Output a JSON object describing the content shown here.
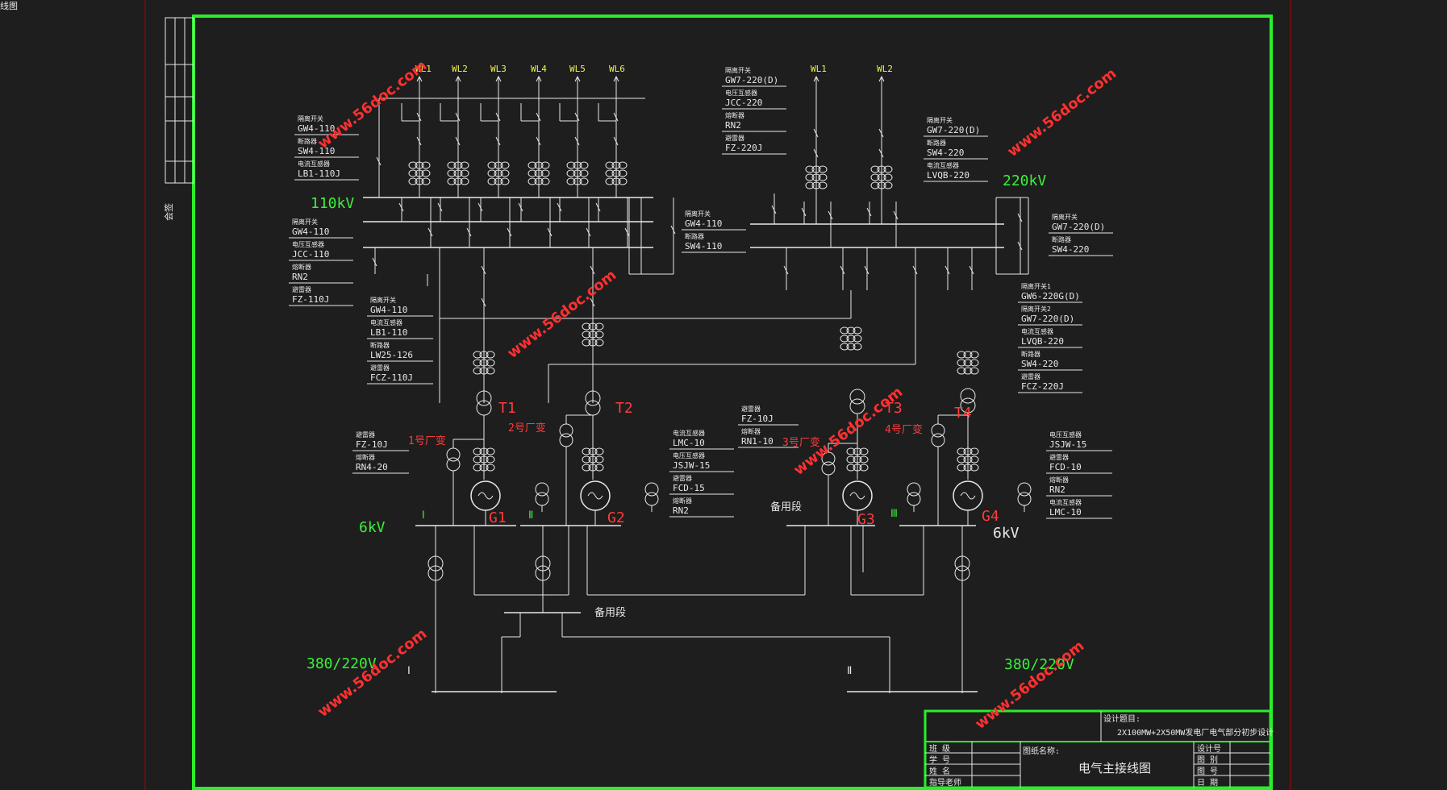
{
  "window_title": "线图",
  "voltages": {
    "kv110": "110kV",
    "kv220": "220kV",
    "kv6_left": "6kV",
    "kv6_right": "6kV",
    "lv_left": "380/220V",
    "lv_right": "380/220V"
  },
  "feeders_left": [
    "WL1",
    "WL2",
    "WL3",
    "WL4",
    "WL5",
    "WL6"
  ],
  "feeders_right": [
    "WL1",
    "WL2"
  ],
  "transformers": [
    "T1",
    "T2",
    "T3",
    "T4"
  ],
  "generators": [
    "G1",
    "G2",
    "G3",
    "G4"
  ],
  "plant_transformers": [
    "1号厂变",
    "2号厂变",
    "3号厂变",
    "4号厂变"
  ],
  "bus_sections": {
    "s1": "Ⅰ",
    "s2": "Ⅱ",
    "s3": "Ⅲ",
    "lv1": "Ⅰ",
    "lv2": "Ⅱ"
  },
  "standby": {
    "hv": "备用段",
    "lv": "备用段"
  },
  "watermark": "www.56doc.com",
  "left_sidebar_text": "会签",
  "tables": {
    "t110_top": [
      [
        "隔离开关",
        "GW4-110"
      ],
      [
        "断路器",
        "SW4-110"
      ],
      [
        "电流互感器",
        "LB1-110J"
      ]
    ],
    "t110_mid": [
      [
        "隔离开关",
        "GW4-110"
      ],
      [
        "电压互感器",
        "JCC-110"
      ],
      [
        "熔断器",
        "RN2"
      ],
      [
        "避雷器",
        "FZ-110J"
      ]
    ],
    "t110_tr": [
      [
        "隔离开关",
        "GW4-110"
      ],
      [
        "电流互感器",
        "LB1-110"
      ],
      [
        "断路器",
        "LW25-126"
      ],
      [
        "避雷器",
        "FCZ-110J"
      ]
    ],
    "t220_top": [
      [
        "隔离开关",
        "GW7-220(D)"
      ],
      [
        "电压互感器",
        "JCC-220"
      ],
      [
        "熔断器",
        "RN2"
      ],
      [
        "避雷器",
        "FZ-220J"
      ]
    ],
    "t220_feed": [
      [
        "隔离开关",
        "GW7-220(D)"
      ],
      [
        "断路器",
        "SW4-220"
      ],
      [
        "电流互感器",
        "LVQB-220"
      ]
    ],
    "t_tie": [
      [
        "隔离开关",
        "GW4-110"
      ],
      [
        "断路器",
        "SW4-110"
      ]
    ],
    "t220_right": [
      [
        "隔离开关",
        "GW7-220(D)"
      ],
      [
        "断路器",
        "SW4-220"
      ]
    ],
    "t220_tr": [
      [
        "隔离开关1",
        "GW6-220G(D)"
      ],
      [
        "隔离开关2",
        "GW7-220(D)"
      ],
      [
        "电流互感器",
        "LVQB-220"
      ],
      [
        "断路器",
        "SW4-220"
      ],
      [
        "避雷器",
        "FCZ-220J"
      ]
    ],
    "t6_left": [
      [
        "避雷器",
        "FZ-10J"
      ],
      [
        "熔断器",
        "RN4-20"
      ]
    ],
    "t6_mid": [
      [
        "避雷器",
        "FZ-10J"
      ],
      [
        "熔断器",
        "RN1-10"
      ]
    ],
    "t6_ct": [
      [
        "电流互感器",
        "LMC-10"
      ],
      [
        "电压互感器",
        "JSJW-15"
      ],
      [
        "避雷器",
        "FCD-15"
      ],
      [
        "熔断器",
        "RN2"
      ]
    ],
    "t6_right": [
      [
        "电压互感器",
        "JSJW-15"
      ],
      [
        "避雷器",
        "FCD-10"
      ],
      [
        "熔断器",
        "RN2"
      ],
      [
        "电流互感器",
        "LMC-10"
      ]
    ]
  },
  "title_block": {
    "project_label": "设计题目:",
    "project": "2X100MW+2X50MW发电厂电气部分初步设计",
    "drawing_label": "图纸名称:",
    "drawing": "电气主接线图",
    "left_labels": [
      "班 级",
      "学 号",
      "姓 名",
      "指导老师"
    ],
    "right_labels": [
      "设计号",
      "图 别",
      "图 号",
      "日 期"
    ]
  },
  "colors": {
    "frame": "#2aee2a",
    "sheet": "#b00000",
    "line": "#e8e8e8",
    "accent_red": "#ff3b3b",
    "feeder": "#f2f24a",
    "background": "#1e1e1e"
  }
}
